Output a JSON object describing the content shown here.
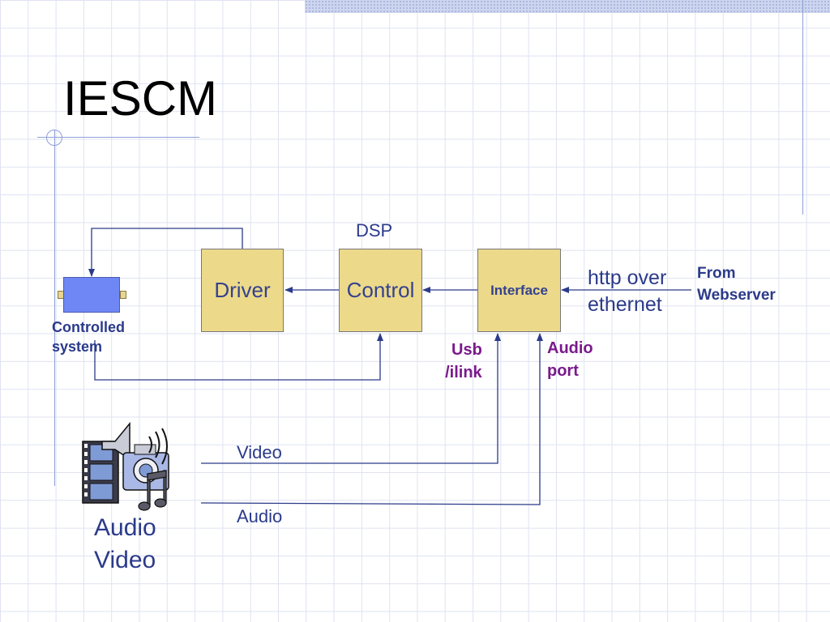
{
  "slide": {
    "title": "IESCM"
  },
  "diagram": {
    "dsp_label": "DSP",
    "boxes": {
      "driver": "Driver",
      "control": "Control",
      "interface": "Interface"
    },
    "controlled_system": {
      "line1": "Controlled",
      "line2": "system"
    },
    "http": {
      "line1": "http over",
      "line2": "ethernet"
    },
    "source": {
      "line1": "From",
      "line2": "Webserver"
    },
    "usb": {
      "line1": "Usb",
      "line2": "/ilink"
    },
    "audio_port": {
      "line1": "Audio",
      "line2": "port"
    },
    "links": {
      "video": "Video",
      "audio": "Audio"
    },
    "media": {
      "icon": "audio-video-clipart",
      "line1": "Audio",
      "line2": "Video"
    }
  },
  "colors": {
    "box_fill": "#ecd98a",
    "wire": "#2b3a8a",
    "accent_text": "#7a1a8c",
    "controlled_system_fill": "#6f86f5"
  }
}
